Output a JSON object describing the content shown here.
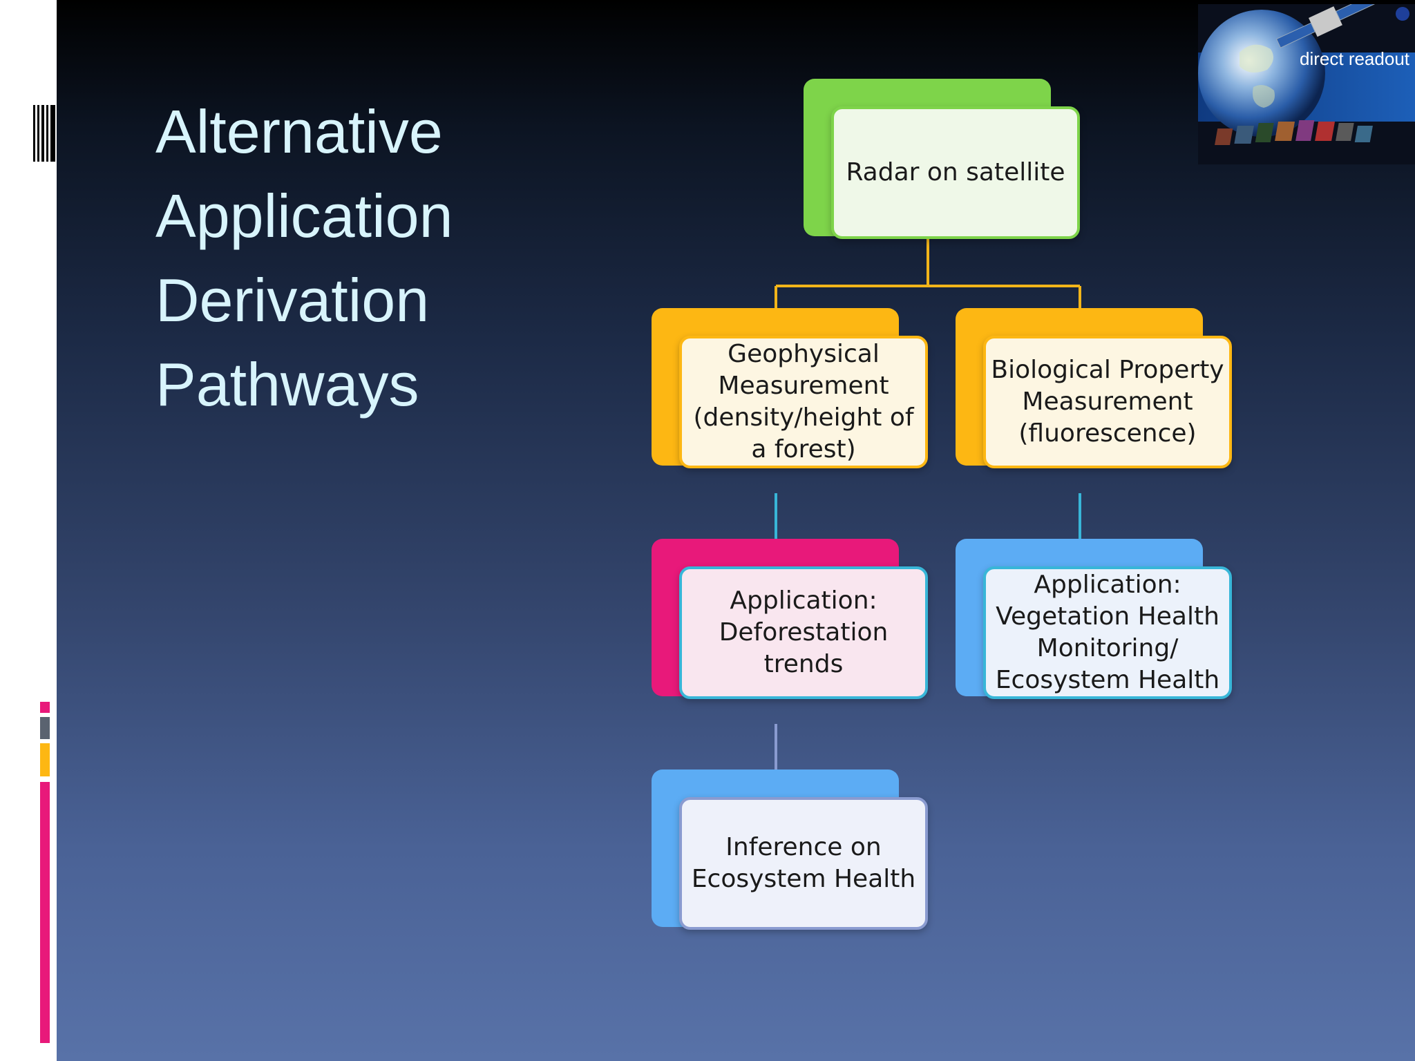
{
  "slide": {
    "title_lines": [
      "Alternative",
      "Application",
      "Derivation",
      "Pathways"
    ]
  },
  "diagram": {
    "nodes": [
      {
        "label": "Radar on satellite",
        "color": "#7ed44a"
      },
      {
        "label": "Geophysical Measurement (density/height of a forest)",
        "color": "#fdb713"
      },
      {
        "label": "Biological Property Measurement (fluorescence)",
        "color": "#fdb713"
      },
      {
        "label": "Application: Deforestation trends",
        "color": "#e8197a"
      },
      {
        "label": "Application: Vegetation Health Monitoring/ Ecosystem Health",
        "color": "#5cacf4"
      },
      {
        "label": "Inference on Ecosystem Health",
        "color": "#5cacf4"
      }
    ],
    "connector_colors": {
      "top": "#f2b51a",
      "middle": "#38b6d8",
      "bottom": "#8a9bd0"
    }
  },
  "logo": {
    "text": "direct readout"
  },
  "decoration_colors": {
    "pink": "#e8197a",
    "gray": "#5a6370",
    "yellow": "#fdb713"
  }
}
